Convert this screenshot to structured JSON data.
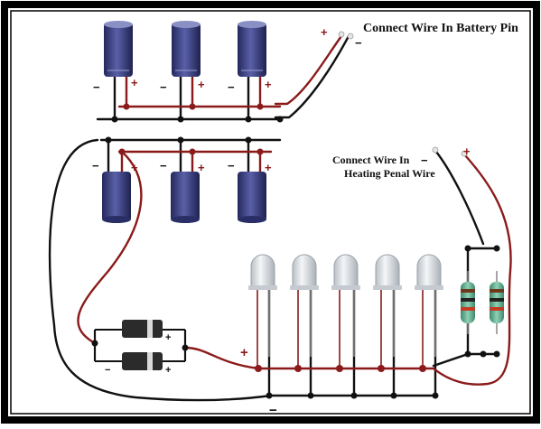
{
  "labels": {
    "battery": "Connect Wire In Battery Pin",
    "heating_line1": "Connect Wire In",
    "heating_line2": "Heating Penal Wire"
  },
  "signs": {
    "plus": "+",
    "minus": "−"
  },
  "colors": {
    "frame": "#000000",
    "positive_wire": "#8b1a1a",
    "negative_wire": "#111111",
    "capacitor": "#3a3f82",
    "led": "#d8dde2",
    "resistor": "#5fa58a",
    "diode": "#2b2b2b"
  },
  "components": {
    "capacitors": 6,
    "diodes": 2,
    "leds": 5,
    "resistors": 2
  }
}
